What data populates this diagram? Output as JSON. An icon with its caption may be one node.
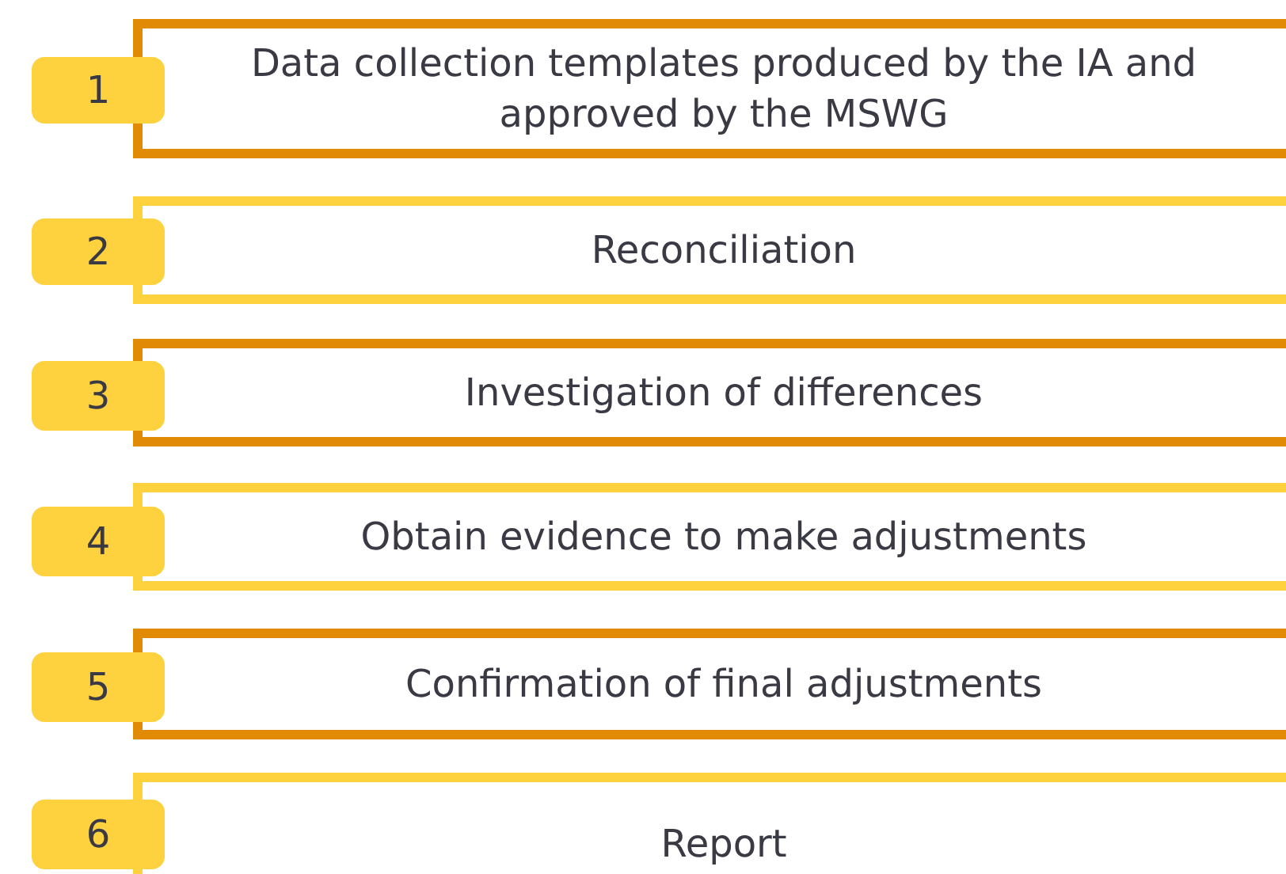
{
  "diagram": {
    "nodes": [
      {
        "text": [
          "1"
        ]
      },
      {
        "text": [
          "Data collection templates produced by the IA and approved by the MSWG"
        ]
      },
      {
        "text": [
          "2"
        ]
      },
      {
        "text": [
          "Reconciliation"
        ]
      },
      {
        "text": [
          "3"
        ]
      },
      {
        "text": [
          "Investigation of differences"
        ]
      },
      {
        "text": [
          "4"
        ]
      },
      {
        "text": [
          "Obtain evidence to make adjustments"
        ]
      },
      {
        "text": [
          "5"
        ]
      },
      {
        "text": [
          "Confirmation of final adjustments"
        ]
      },
      {
        "text": [
          "6"
        ]
      },
      {
        "text": [
          "Report"
        ]
      }
    ]
  }
}
